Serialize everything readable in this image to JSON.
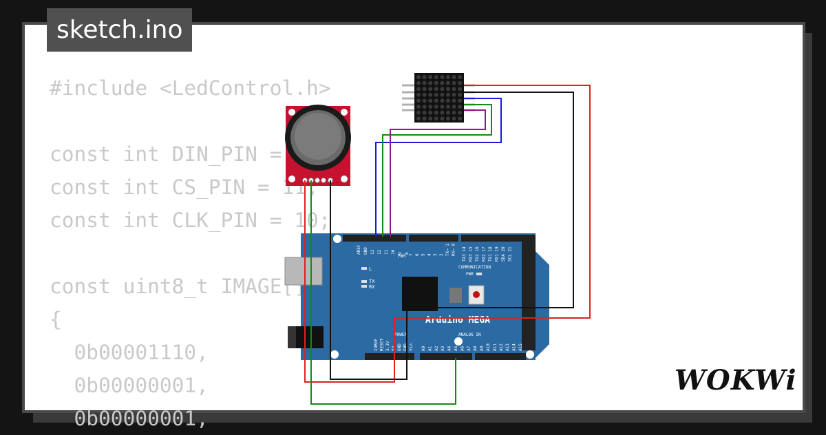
{
  "tab": {
    "filename": "sketch.ino"
  },
  "code_lines": [
    "#include <LedControl.h>",
    "",
    "const int DIN_PIN = 12;",
    "const int CS_PIN = 11;",
    "const int CLK_PIN = 10;",
    "",
    "const uint8_t IMAGE[] =",
    "{",
    "  0b00001110,",
    "  0b00000001,",
    "  0b00000001,"
  ],
  "board": {
    "name": "Arduino MEGA",
    "header_labels": {
      "pwm": "PWM",
      "communication": "COMMUNICATION",
      "power": "POWER",
      "analog_in": "ANALOG IN",
      "led_l": "L",
      "led_tx": "TX",
      "led_rx": "RX",
      "pwr": "PWR"
    },
    "pins_top_left": [
      "AREF",
      "GND",
      "13",
      "12",
      "11",
      "10",
      "9",
      "8"
    ],
    "pins_top_mid": [
      "7",
      "6",
      "5",
      "4",
      "3",
      "2",
      "TX→ 1",
      "RX← 0"
    ],
    "pins_top_comm": [
      "TX3 14",
      "RX3 15",
      "TX2 16",
      "RX2 17",
      "TX1 18",
      "RX1 19",
      "SDA 20",
      "SCL 21"
    ],
    "pins_power": [
      "IOREF",
      "RESET",
      "3.3V",
      "5V",
      "GND",
      "GND",
      "Vin"
    ],
    "pins_analog": [
      "A0",
      "A1",
      "A2",
      "A3",
      "A4",
      "A5",
      "A6",
      "A7",
      "A8",
      "A9",
      "A10",
      "A11",
      "A12",
      "A13",
      "A14",
      "A15"
    ],
    "color": "#2b6aa3"
  },
  "joystick": {
    "color": "#c4122f"
  },
  "led_matrix": {
    "rows": 8,
    "cols": 8
  },
  "wires": {
    "red": "#e02020",
    "black": "#111111",
    "blue": "#1a1ad6",
    "green": "#138a13",
    "purple": "#8a1a8a"
  },
  "logo": {
    "text": "WOKWi"
  }
}
